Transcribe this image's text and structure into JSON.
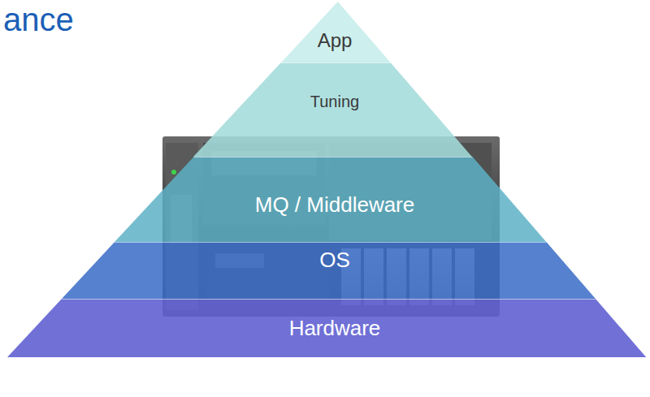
{
  "diagram": {
    "title": "ance",
    "nodes": [
      {
        "text": [
          "App"
        ]
      },
      {
        "text": [
          "Tuning"
        ]
      },
      {
        "text": [
          "MQ / Middleware"
        ]
      },
      {
        "text": [
          "OS"
        ]
      },
      {
        "text": [
          "Hardware"
        ]
      }
    ]
  }
}
